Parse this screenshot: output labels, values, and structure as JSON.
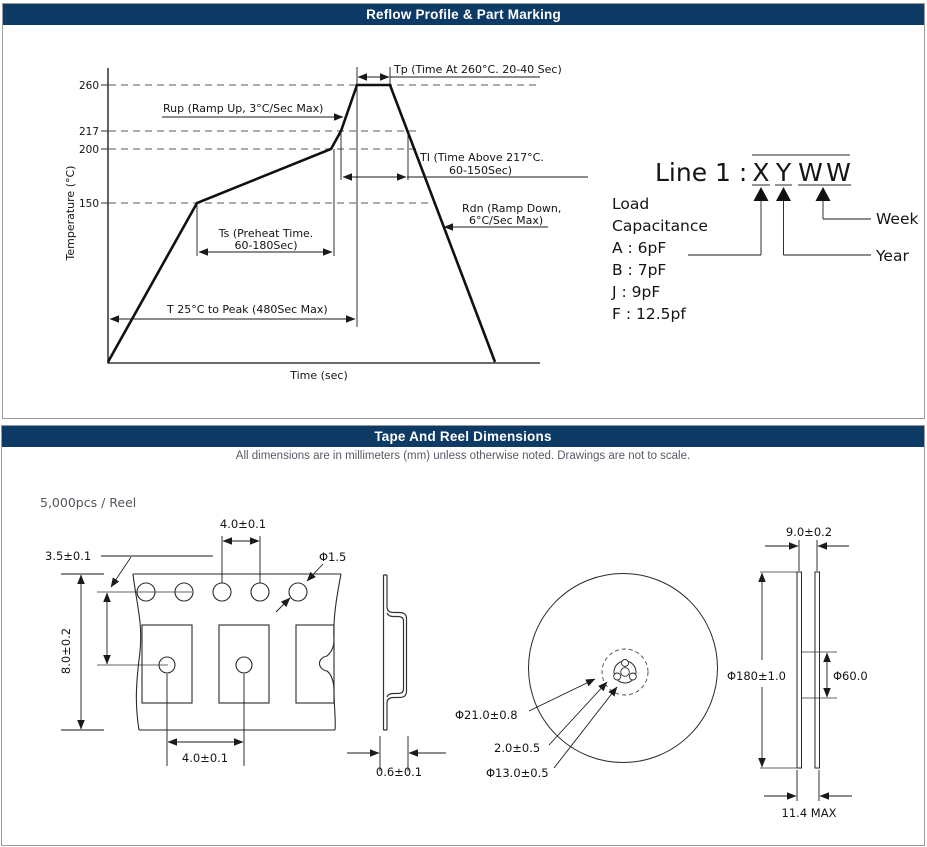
{
  "reflow": {
    "title": "Reflow Profile & Part Marking",
    "chart": {
      "y_label": "Temperature (°C)",
      "x_label": "Time (sec)",
      "y_ticks": [
        "260",
        "217",
        "200",
        "150"
      ],
      "ann": {
        "tp": "Tp (Time At 260°C. 20-40 Sec)",
        "rup": "Rup (Ramp Up, 3°C/Sec Max)",
        "ti1": "TI (Time Above 217°C.",
        "ti2": "60-150Sec)",
        "rdn1": "Rdn (Ramp Down,",
        "rdn2": "6°C/Sec Max)",
        "ts1": "Ts (Preheat Time.",
        "ts2": "60-180Sec)",
        "tpeak": "T 25°C to Peak (480Sec Max)"
      }
    },
    "marking": {
      "prefix": "Line 1 :",
      "letters": [
        "X",
        "Y",
        "W",
        "W"
      ],
      "legend": [
        "Load",
        "Capacitance",
        "A : 6pF",
        "B : 7pF",
        "J : 9pF",
        "F : 12.5pf"
      ],
      "week": "Week",
      "year": "Year"
    }
  },
  "tape": {
    "title": "Tape And Reel Dimensions",
    "note": "All dimensions are in millimeters (mm) unless otherwise noted. Drawings are not to scale.",
    "qty": "5,000pcs / Reel",
    "dims": {
      "pitch_top": "4.0±0.1",
      "edge_offset": "3.5±0.1",
      "hole_dia": "Φ1.5",
      "tape_width": "8.0±0.2",
      "pocket_pitch": "4.0±0.1",
      "thickness": "0.6±0.1",
      "window_dia": "Φ21.0±0.8",
      "key": "2.0±0.5",
      "hub_hole_dia": "Φ13.0±0.5",
      "reel_dia": "Φ180±1.0",
      "reel_width": "9.0±0.2",
      "hub_dia": "Φ60.0",
      "max_width": "11.4 MAX"
    }
  },
  "colors": {
    "header_bg": "#0e3a66",
    "header_text": "#ffffff",
    "note_text": "#5a5a68",
    "border": "#9b9b9b",
    "line": "#1a1a1a",
    "gridline_dash": "#8f8f8f"
  }
}
